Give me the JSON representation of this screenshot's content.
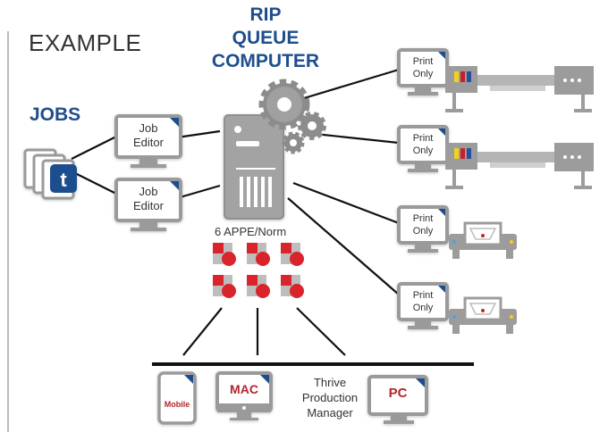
{
  "labels": {
    "example": "EXAMPLE",
    "rip_title": [
      "RIP",
      "QUEUE",
      "COMPUTER"
    ],
    "jobs": "JOBS",
    "appe": "6 APPE/Norm",
    "thrive_pm": [
      "Thrive",
      "Production",
      "Manager"
    ]
  },
  "editors": [
    [
      "Job",
      "Editor"
    ],
    [
      "Job",
      "Editor"
    ]
  ],
  "print_stations": [
    [
      "Print",
      "Only"
    ],
    [
      "Print",
      "Only"
    ],
    [
      "Print",
      "Only"
    ],
    [
      "Print",
      "Only"
    ]
  ],
  "appe_engine_count": 6,
  "devices": {
    "mobile": "Mobile",
    "mac": "MAC",
    "pc": "PC"
  },
  "colors": {
    "heading_blue": "#1f4e8c",
    "device_label_red": "#b3262d",
    "appe_red": "#d9242b",
    "icon_gray": "#9a9a9a"
  },
  "icons": {
    "jobs": "document-stack-icon",
    "editor": "monitor-icon",
    "rip": "server-tower-icon",
    "gears": "gears-icon",
    "appe": "render-engine-icon",
    "wide_printer": "wide-format-printer-icon",
    "flatbed_printer": "flatbed-printer-icon",
    "mobile": "tablet-icon",
    "mac": "imac-icon",
    "pc": "monitor-icon"
  }
}
